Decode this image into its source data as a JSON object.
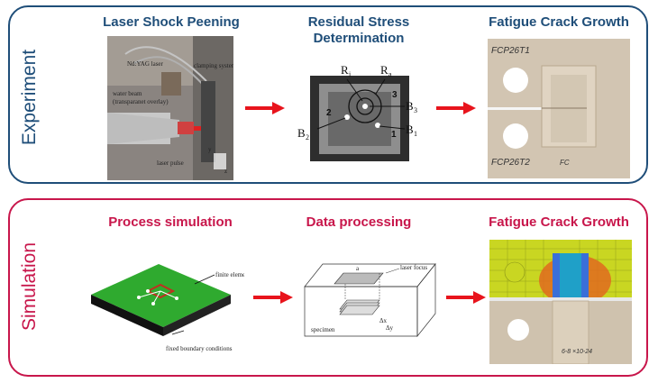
{
  "experiment": {
    "side_label": "Experiment",
    "steps": [
      {
        "title": "Laser Shock Peening"
      },
      {
        "title_line1": "Residual Stress",
        "title_line2": "Determination"
      },
      {
        "title": "Fatigue Crack Growth"
      }
    ],
    "photo_labels": {
      "laser": "Nd:YAG laser",
      "clamping": "clamping system",
      "water1": "water beam",
      "water2": "(transparanet overlay)",
      "pulse": "laser pulse",
      "axis_y": "y",
      "axis_z": "z"
    },
    "stress_labels": {
      "Ri": "R",
      "Ri_sub": "i",
      "Ra": "R",
      "Ra_sub": "a",
      "B3": "B",
      "B3_sub": "3",
      "B2": "B",
      "B2_sub": "2",
      "B1": "B",
      "B1_sub": "1",
      "mark3": "3",
      "mark2": "2",
      "mark1": "1"
    },
    "specimen_labels": {
      "top": "FCP26T1",
      "bottom": "FCP26T2",
      "fc": "FC"
    }
  },
  "simulation": {
    "side_label": "Simulation",
    "steps": [
      {
        "title": "Process simulation"
      },
      {
        "title": "Data processing"
      },
      {
        "title": "Fatigue Crack Growth"
      }
    ],
    "process_labels": {
      "finite": "finite elements",
      "fixed": "fixed boundary conditions"
    },
    "data_labels": {
      "laser_focus": "laser focus",
      "specimen": "specimen",
      "a": "a",
      "dx": "Δx",
      "dy": "Δy"
    },
    "fcg_labels": {
      "handwritten": "6-8 ×10-24"
    }
  },
  "colors": {
    "experiment": "#1f4e79",
    "simulation": "#c8164b",
    "arrow": "#e8141c"
  }
}
